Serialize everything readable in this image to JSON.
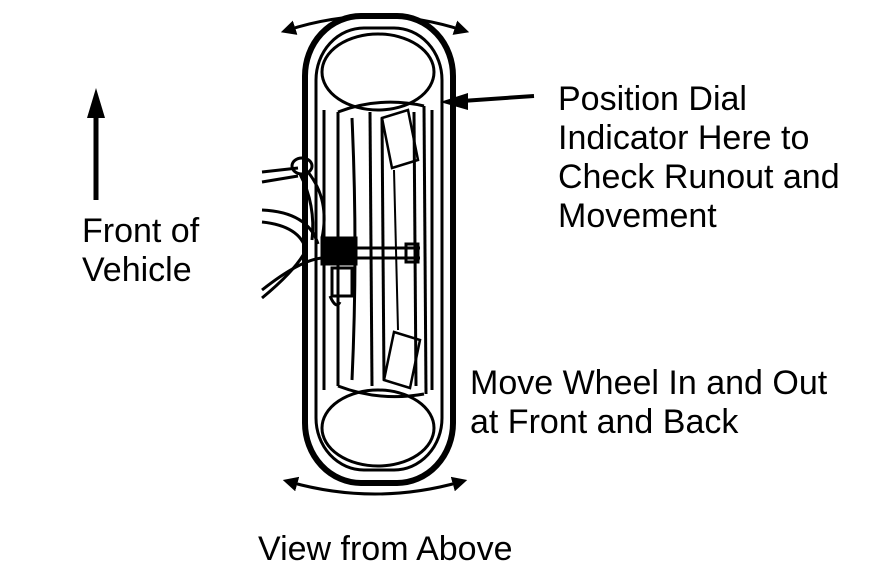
{
  "labels": {
    "front_of_vehicle": [
      "Front of",
      "Vehicle"
    ],
    "position_indicator": [
      "Position Dial",
      "Indicator Here to",
      "Check Runout and",
      "Movement"
    ],
    "move_wheel": [
      "Move Wheel In and Out",
      "at Front and Back"
    ],
    "view_caption": "View from Above"
  },
  "colors": {
    "ink": "#000000",
    "paper": "#ffffff"
  }
}
